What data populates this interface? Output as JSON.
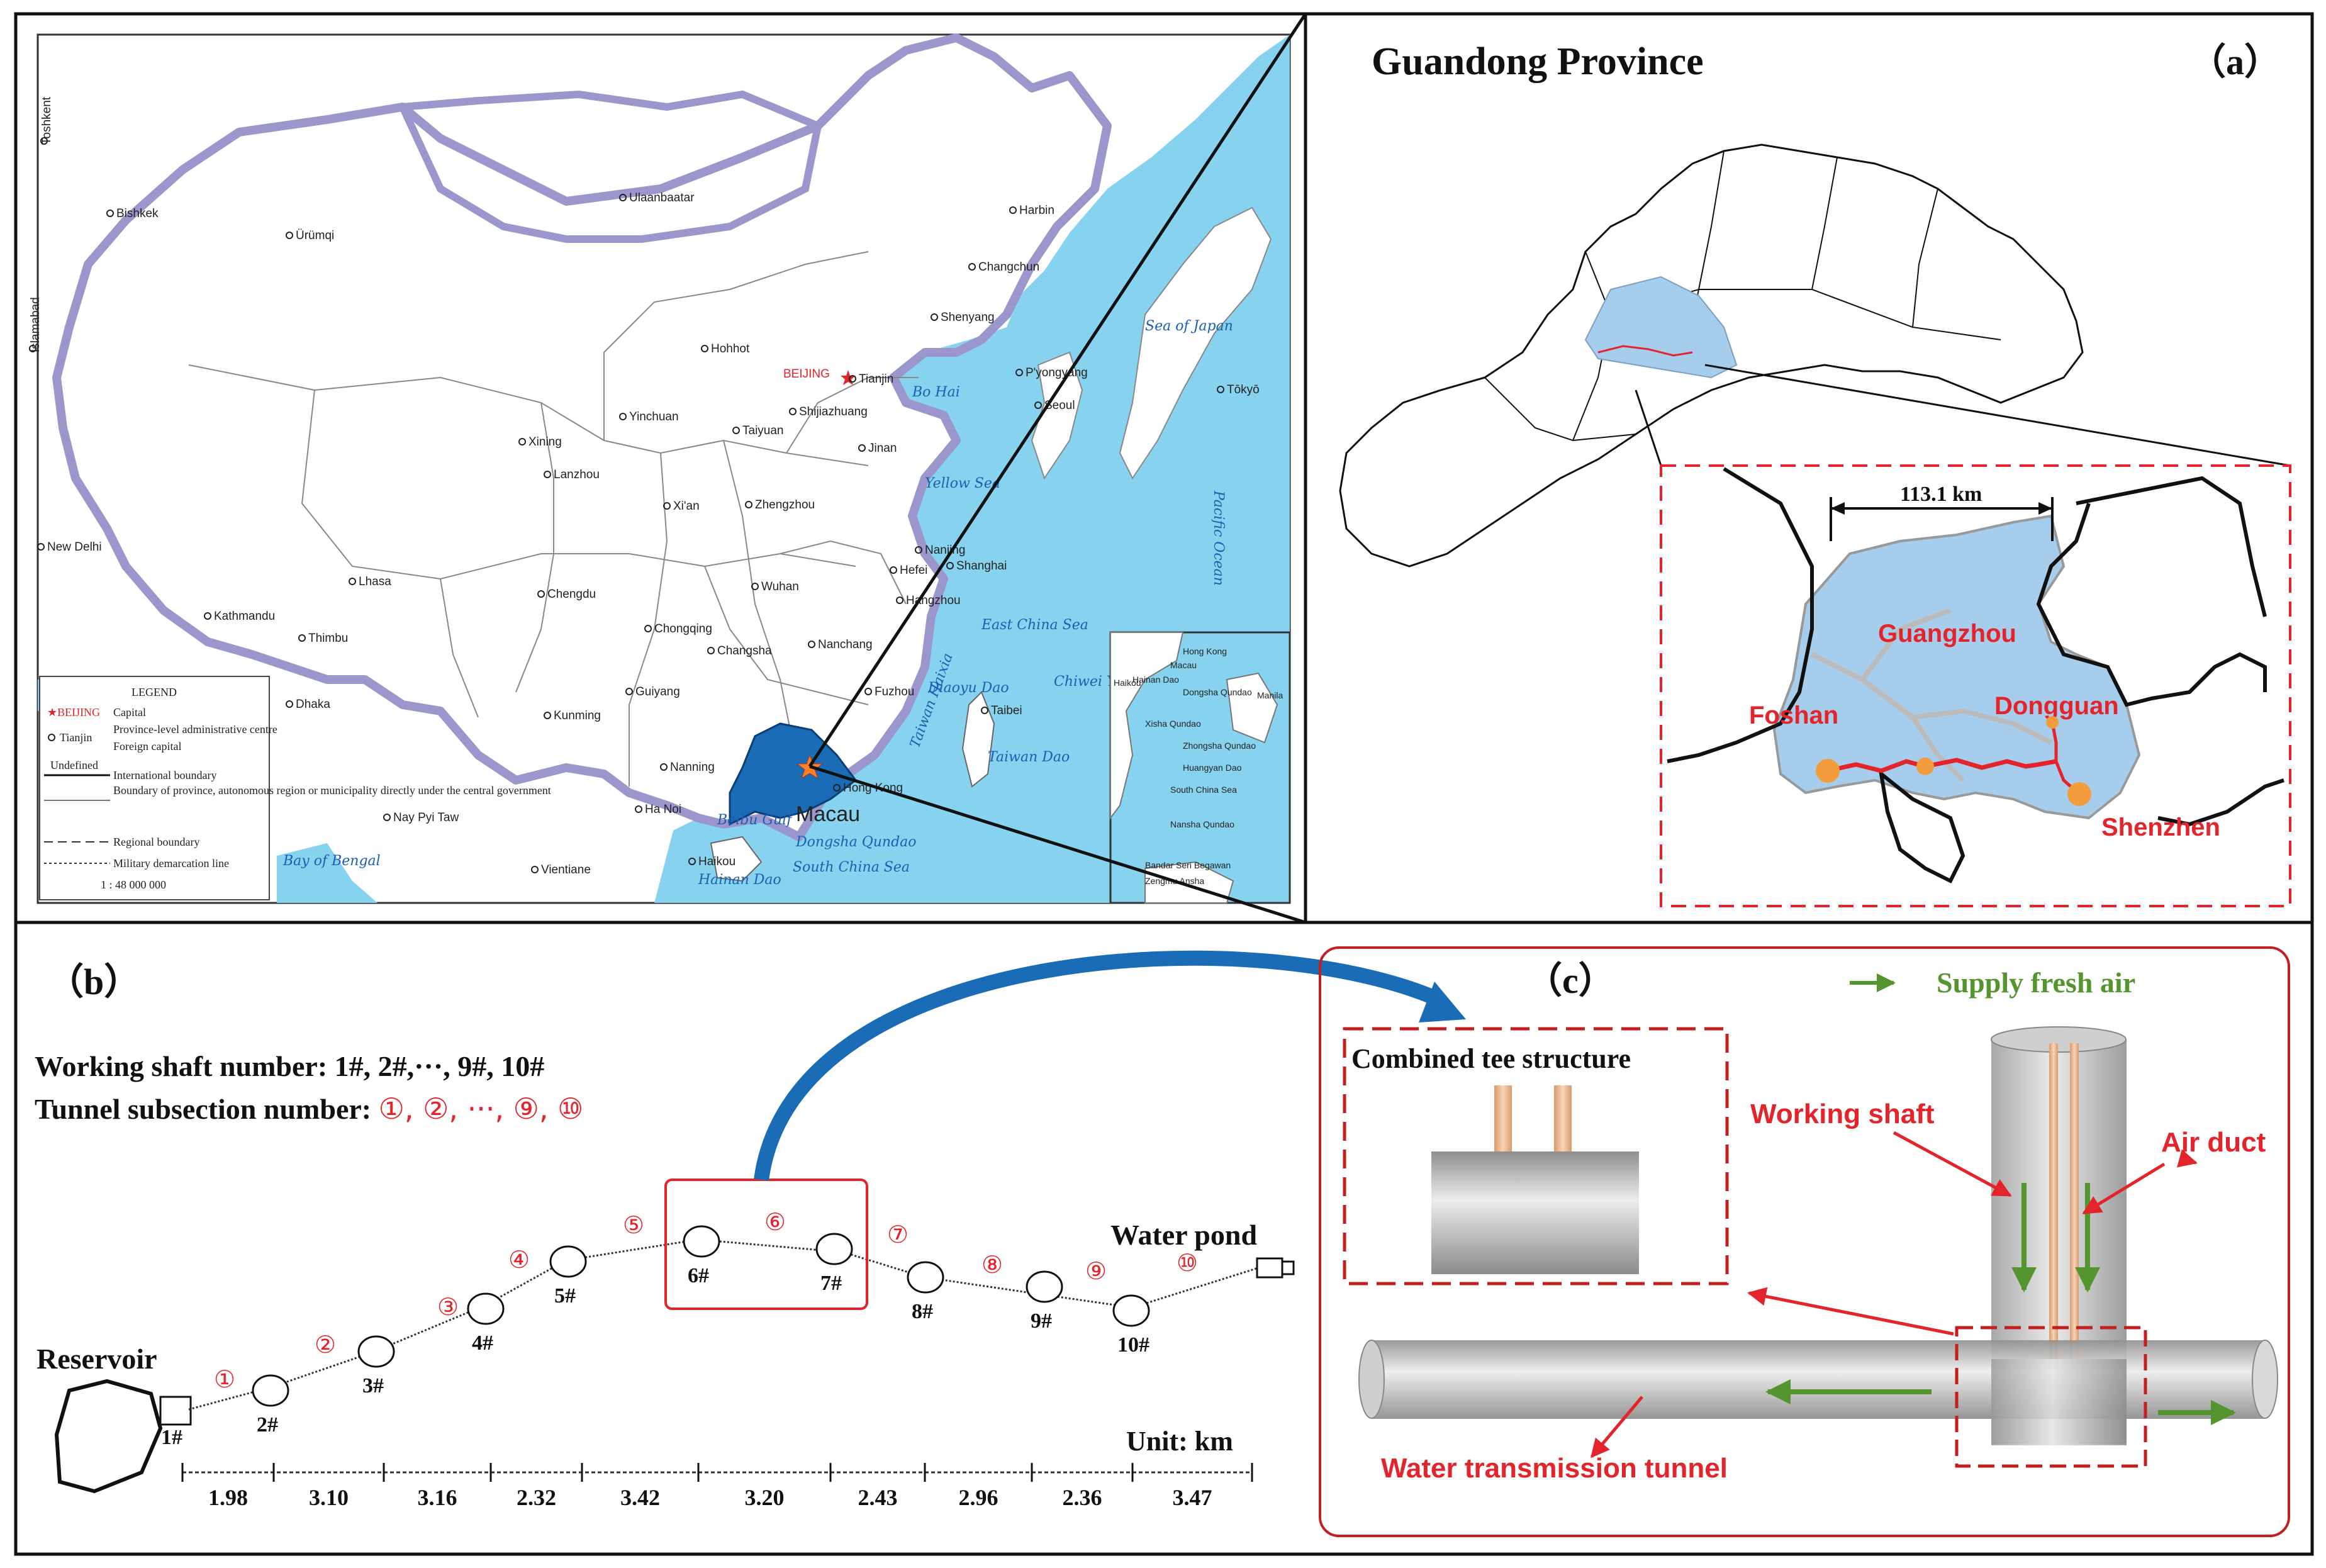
{
  "panel_a": {
    "title": "Guandong Province",
    "label": "（a）",
    "distance": "113.1 km",
    "cities": [
      "Guangzhou",
      "Foshan",
      "Dongguan",
      "Shenzhen"
    ]
  },
  "china_map": {
    "cities": [
      {
        "name": "Toshkent"
      },
      {
        "name": "Bishkek"
      },
      {
        "name": "Ürümqi"
      },
      {
        "name": "Ulaanbaatar"
      },
      {
        "name": "Harbin"
      },
      {
        "name": "Changchun"
      },
      {
        "name": "Shenyang"
      },
      {
        "name": "Hohhot"
      },
      {
        "name": "BEIJING"
      },
      {
        "name": "Tianjin"
      },
      {
        "name": "P'yongyang"
      },
      {
        "name": "Seoul"
      },
      {
        "name": "Tōkyō"
      },
      {
        "name": "Shijiazhuang"
      },
      {
        "name": "Taiyuan"
      },
      {
        "name": "Yinchuan"
      },
      {
        "name": "Xining"
      },
      {
        "name": "Lanzhou"
      },
      {
        "name": "Jinan"
      },
      {
        "name": "Xi'an"
      },
      {
        "name": "Zhengzhou"
      },
      {
        "name": "Nanjing"
      },
      {
        "name": "Shanghai"
      },
      {
        "name": "Hefei"
      },
      {
        "name": "Wuhan"
      },
      {
        "name": "Hangzhou"
      },
      {
        "name": "Chengdu"
      },
      {
        "name": "Chongqing"
      },
      {
        "name": "Changsha"
      },
      {
        "name": "Nanchang"
      },
      {
        "name": "Fuzhou"
      },
      {
        "name": "Taibei"
      },
      {
        "name": "Guiyang"
      },
      {
        "name": "Kunming"
      },
      {
        "name": "Nanning"
      },
      {
        "name": "Lhasa"
      },
      {
        "name": "New Delhi"
      },
      {
        "name": "Kathmandu"
      },
      {
        "name": "Thimbu"
      },
      {
        "name": "Dhaka"
      },
      {
        "name": "Nay Pyi Taw"
      },
      {
        "name": "Ha Noi"
      },
      {
        "name": "Vientiane"
      },
      {
        "name": "Hong Kong"
      },
      {
        "name": "Macau"
      },
      {
        "name": "Haikou"
      },
      {
        "name": "Islamabad"
      }
    ],
    "seas": [
      "Sea of Japan",
      "Bo Hai",
      "Yellow Sea",
      "East China Sea",
      "South China Sea",
      "Bay of Bengal",
      "Pacific Ocean",
      "Taiwan Dao",
      "Hainan Dao",
      "Dongsha Qundao",
      "Diaoyu Dao",
      "Chiwei Yu",
      "Beibu Gulf",
      "Taiwan Haixia"
    ],
    "legend": {
      "title": "LEGEND",
      "items": [
        "Capital",
        "Province-level administrative centre",
        "Foreign capital",
        "Undefined",
        "International boundary",
        "Boundary of province, autonomous region or municipality directly under the central government",
        "Regional boundary",
        "Military demarcation line"
      ],
      "capital_marker": "BEIJING",
      "center_marker": "Tianjin",
      "scale": "1 : 48 000 000"
    },
    "inset_labels": [
      "Hong Kong",
      "Macau",
      "Hainan Dao",
      "Dongsha Qundao",
      "Xisha Qundao",
      "Zhongsha Qundao",
      "Huangyan Dao",
      "South China Sea",
      "Nansha Qundao",
      "Bandar Seri Begawan",
      "Zengmu Ansha",
      "Manila",
      "Haikou"
    ]
  },
  "panel_b": {
    "label": "（b）",
    "legend_line1": "Working shaft number: 1#, 2#,···, 9#, 10#",
    "legend_line2_prefix": "Tunnel subsection number: ",
    "legend_line2_numbers": "①, ②, ···, ⑨, ⑩",
    "reservoir": "Reservoir",
    "water_pond": "Water pond",
    "unit": "Unit: km",
    "shafts": [
      "1#",
      "2#",
      "3#",
      "4#",
      "5#",
      "6#",
      "7#",
      "8#",
      "9#",
      "10#"
    ],
    "subsections": [
      "①",
      "②",
      "③",
      "④",
      "⑤",
      "⑥",
      "⑦",
      "⑧",
      "⑨",
      "⑩"
    ],
    "distances": [
      "1.98",
      "3.10",
      "3.16",
      "2.32",
      "3.42",
      "3.20",
      "2.43",
      "2.96",
      "2.36",
      "3.47"
    ]
  },
  "panel_c": {
    "label": "（c）",
    "legend_supply": "Supply fresh air",
    "combined": "Combined tee structure",
    "working_shaft": "Working shaft",
    "air_duct": "Air duct",
    "tunnel": "Water transmission tunnel"
  },
  "colors": {
    "sea": "#87d3ef",
    "region": "#a7cdec",
    "guangdong": "#1b6cb6",
    "red": "#e3242b",
    "green": "#55952f",
    "orange": "#f39c3d",
    "arrow_blue": "#1b6cb6"
  }
}
